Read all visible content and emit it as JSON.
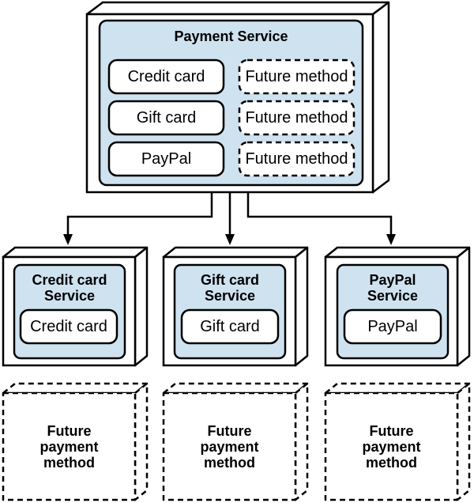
{
  "payment_service": {
    "title": "Payment Service",
    "methods": [
      "Credit card",
      "Gift card",
      "PayPal"
    ],
    "future_methods": [
      "Future method",
      "Future method",
      "Future method"
    ]
  },
  "sub_services": [
    {
      "title": "Credit card\nService",
      "method": "Credit card"
    },
    {
      "title": "Gift card\nService",
      "method": "Gift card"
    },
    {
      "title": "PayPal\nService",
      "method": "PayPal"
    }
  ],
  "future_services": [
    {
      "label": "Future\npayment\nmethod"
    },
    {
      "label": "Future\npayment\nmethod"
    },
    {
      "label": "Future\npayment\nmethod"
    }
  ],
  "colors": {
    "panel_fill": "#cfe2f0",
    "stroke": "#000000",
    "background": "#ffffff"
  }
}
